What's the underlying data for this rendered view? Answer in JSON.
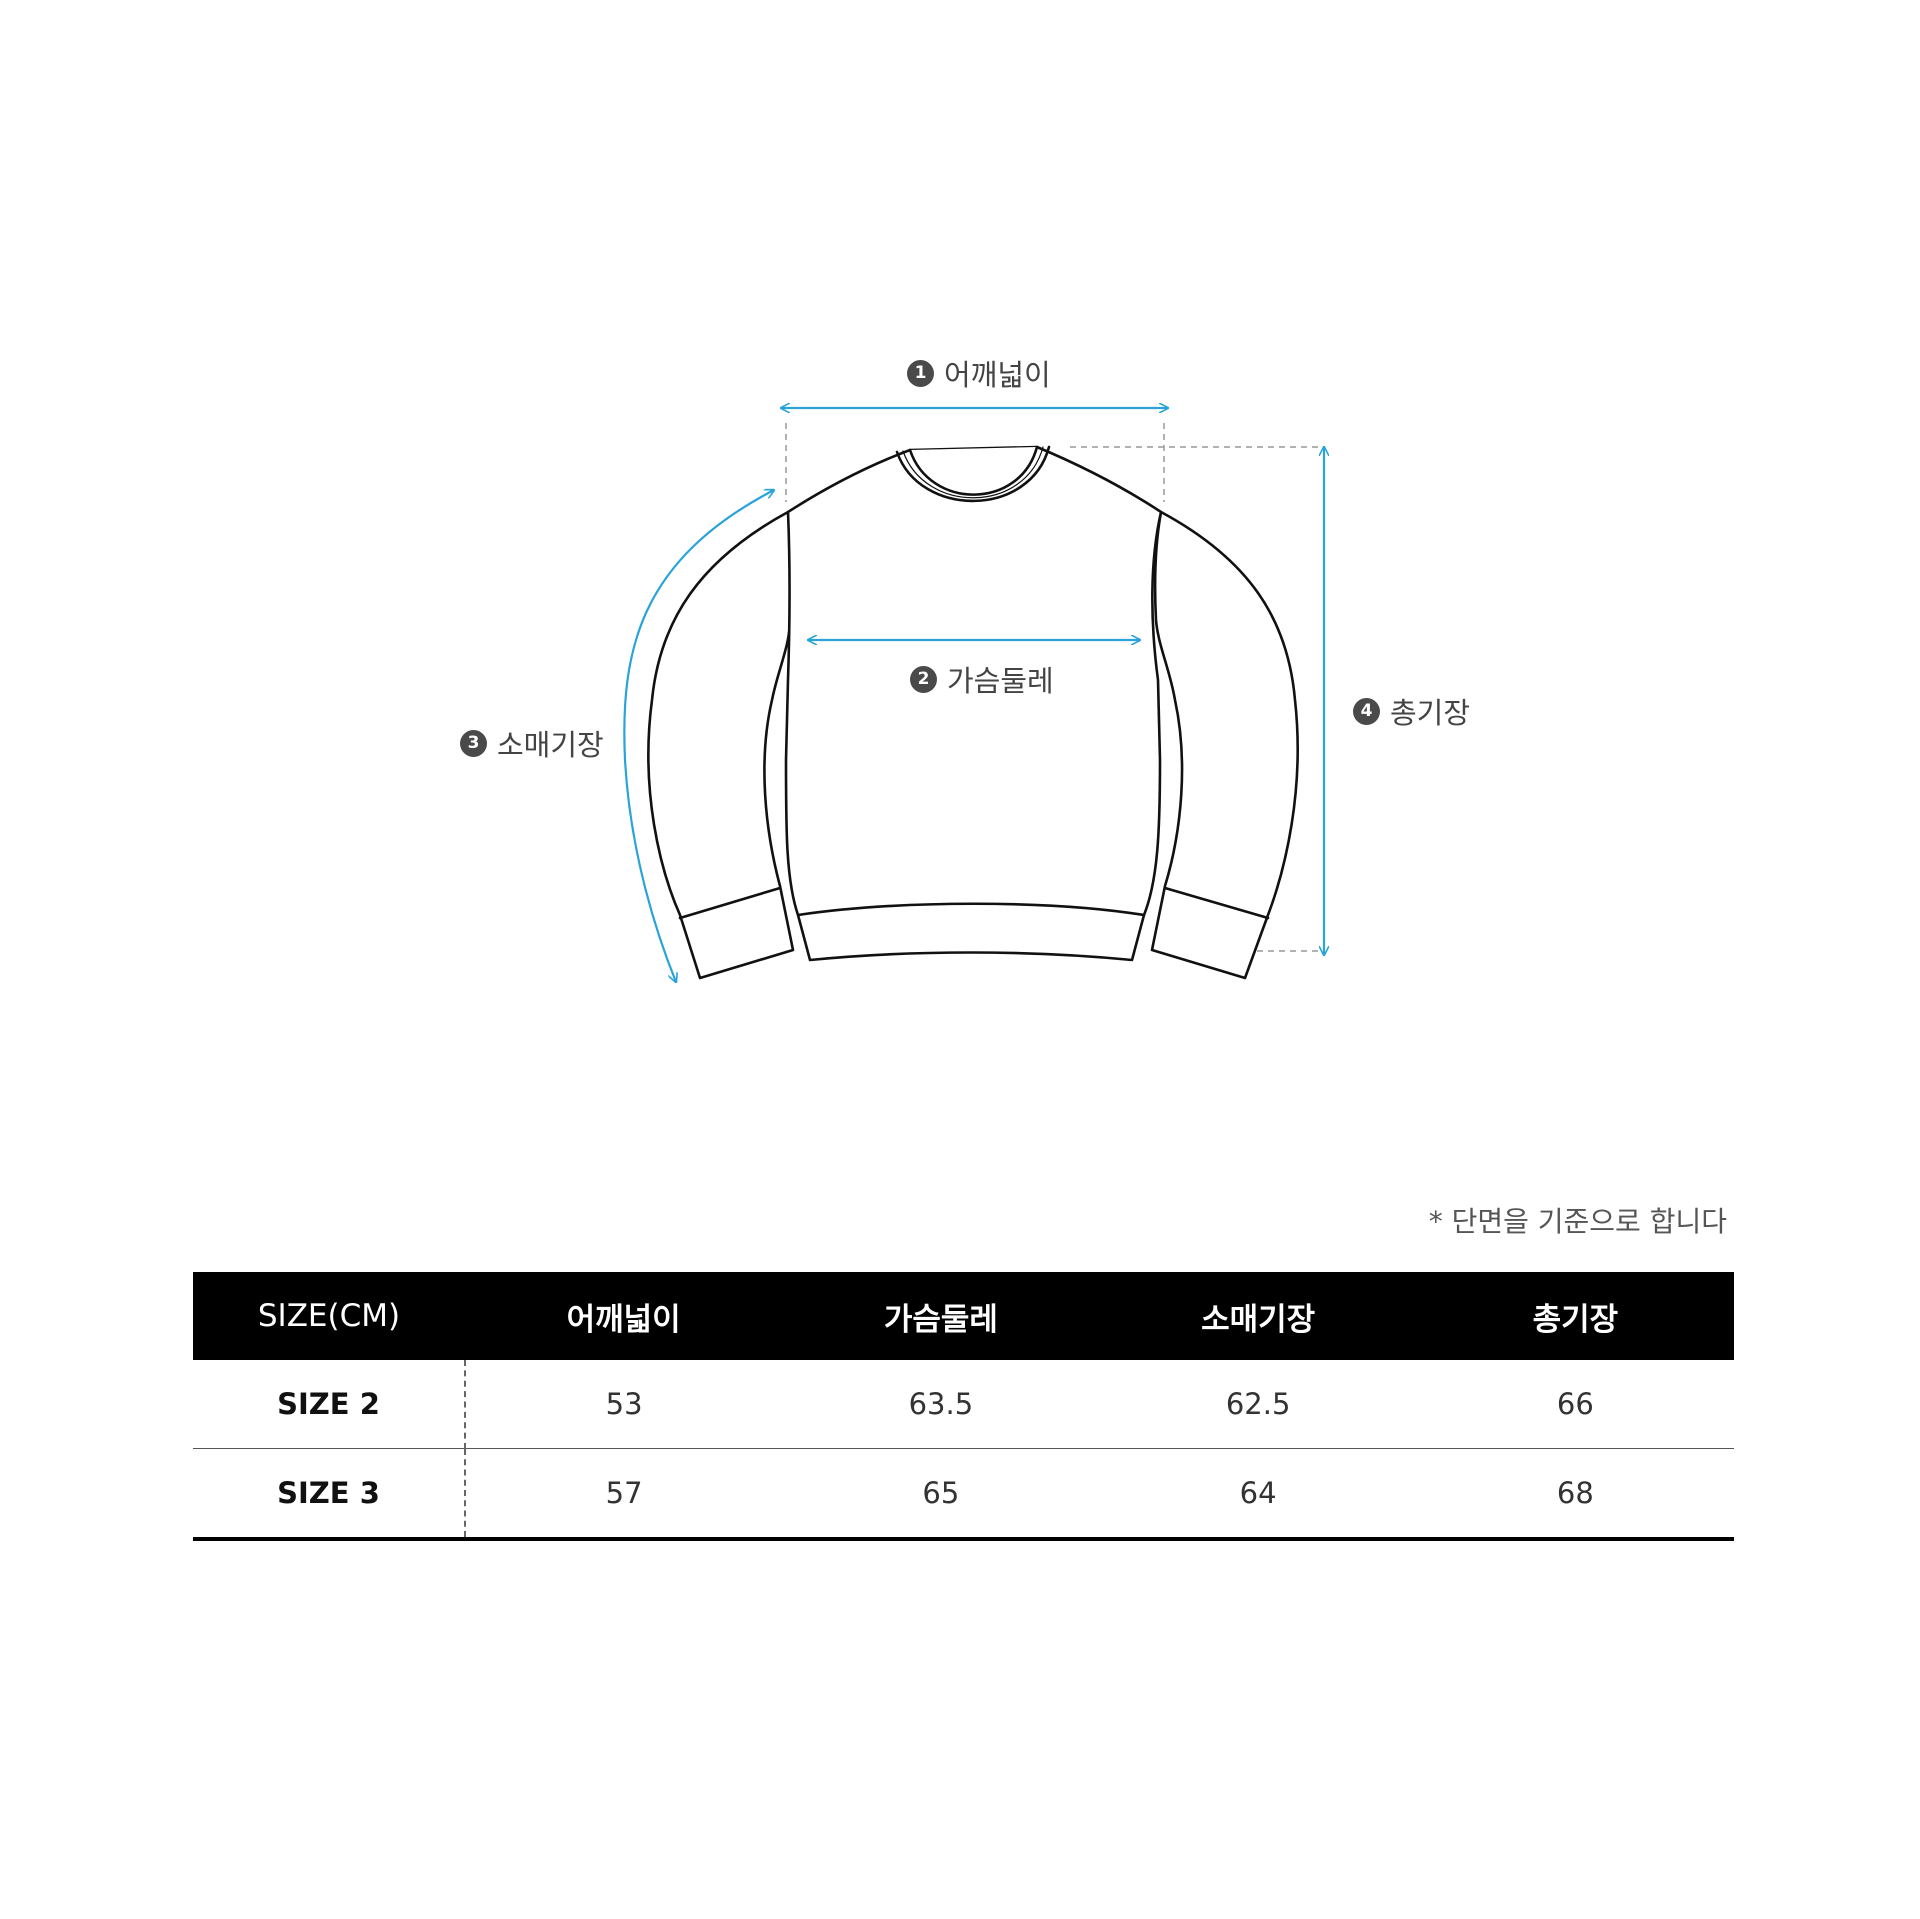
{
  "diagram": {
    "labels": [
      {
        "num": "1",
        "text": "어깨넓이"
      },
      {
        "num": "2",
        "text": "가슴둘레"
      },
      {
        "num": "3",
        "text": "소매기장"
      },
      {
        "num": "4",
        "text": "총기장"
      }
    ],
    "colors": {
      "arrow": "#29a3d9",
      "outline": "#111111",
      "guide": "#999999"
    }
  },
  "note": "* 단면을 기준으로 합니다",
  "table": {
    "headers": [
      "SIZE(CM)",
      "어깨넓이",
      "가슴둘레",
      "소매기장",
      "총기장"
    ],
    "rows": [
      {
        "size": "SIZE 2",
        "values": [
          "53",
          "63.5",
          "62.5",
          "66"
        ]
      },
      {
        "size": "SIZE 3",
        "values": [
          "57",
          "65",
          "64",
          "68"
        ]
      }
    ]
  }
}
